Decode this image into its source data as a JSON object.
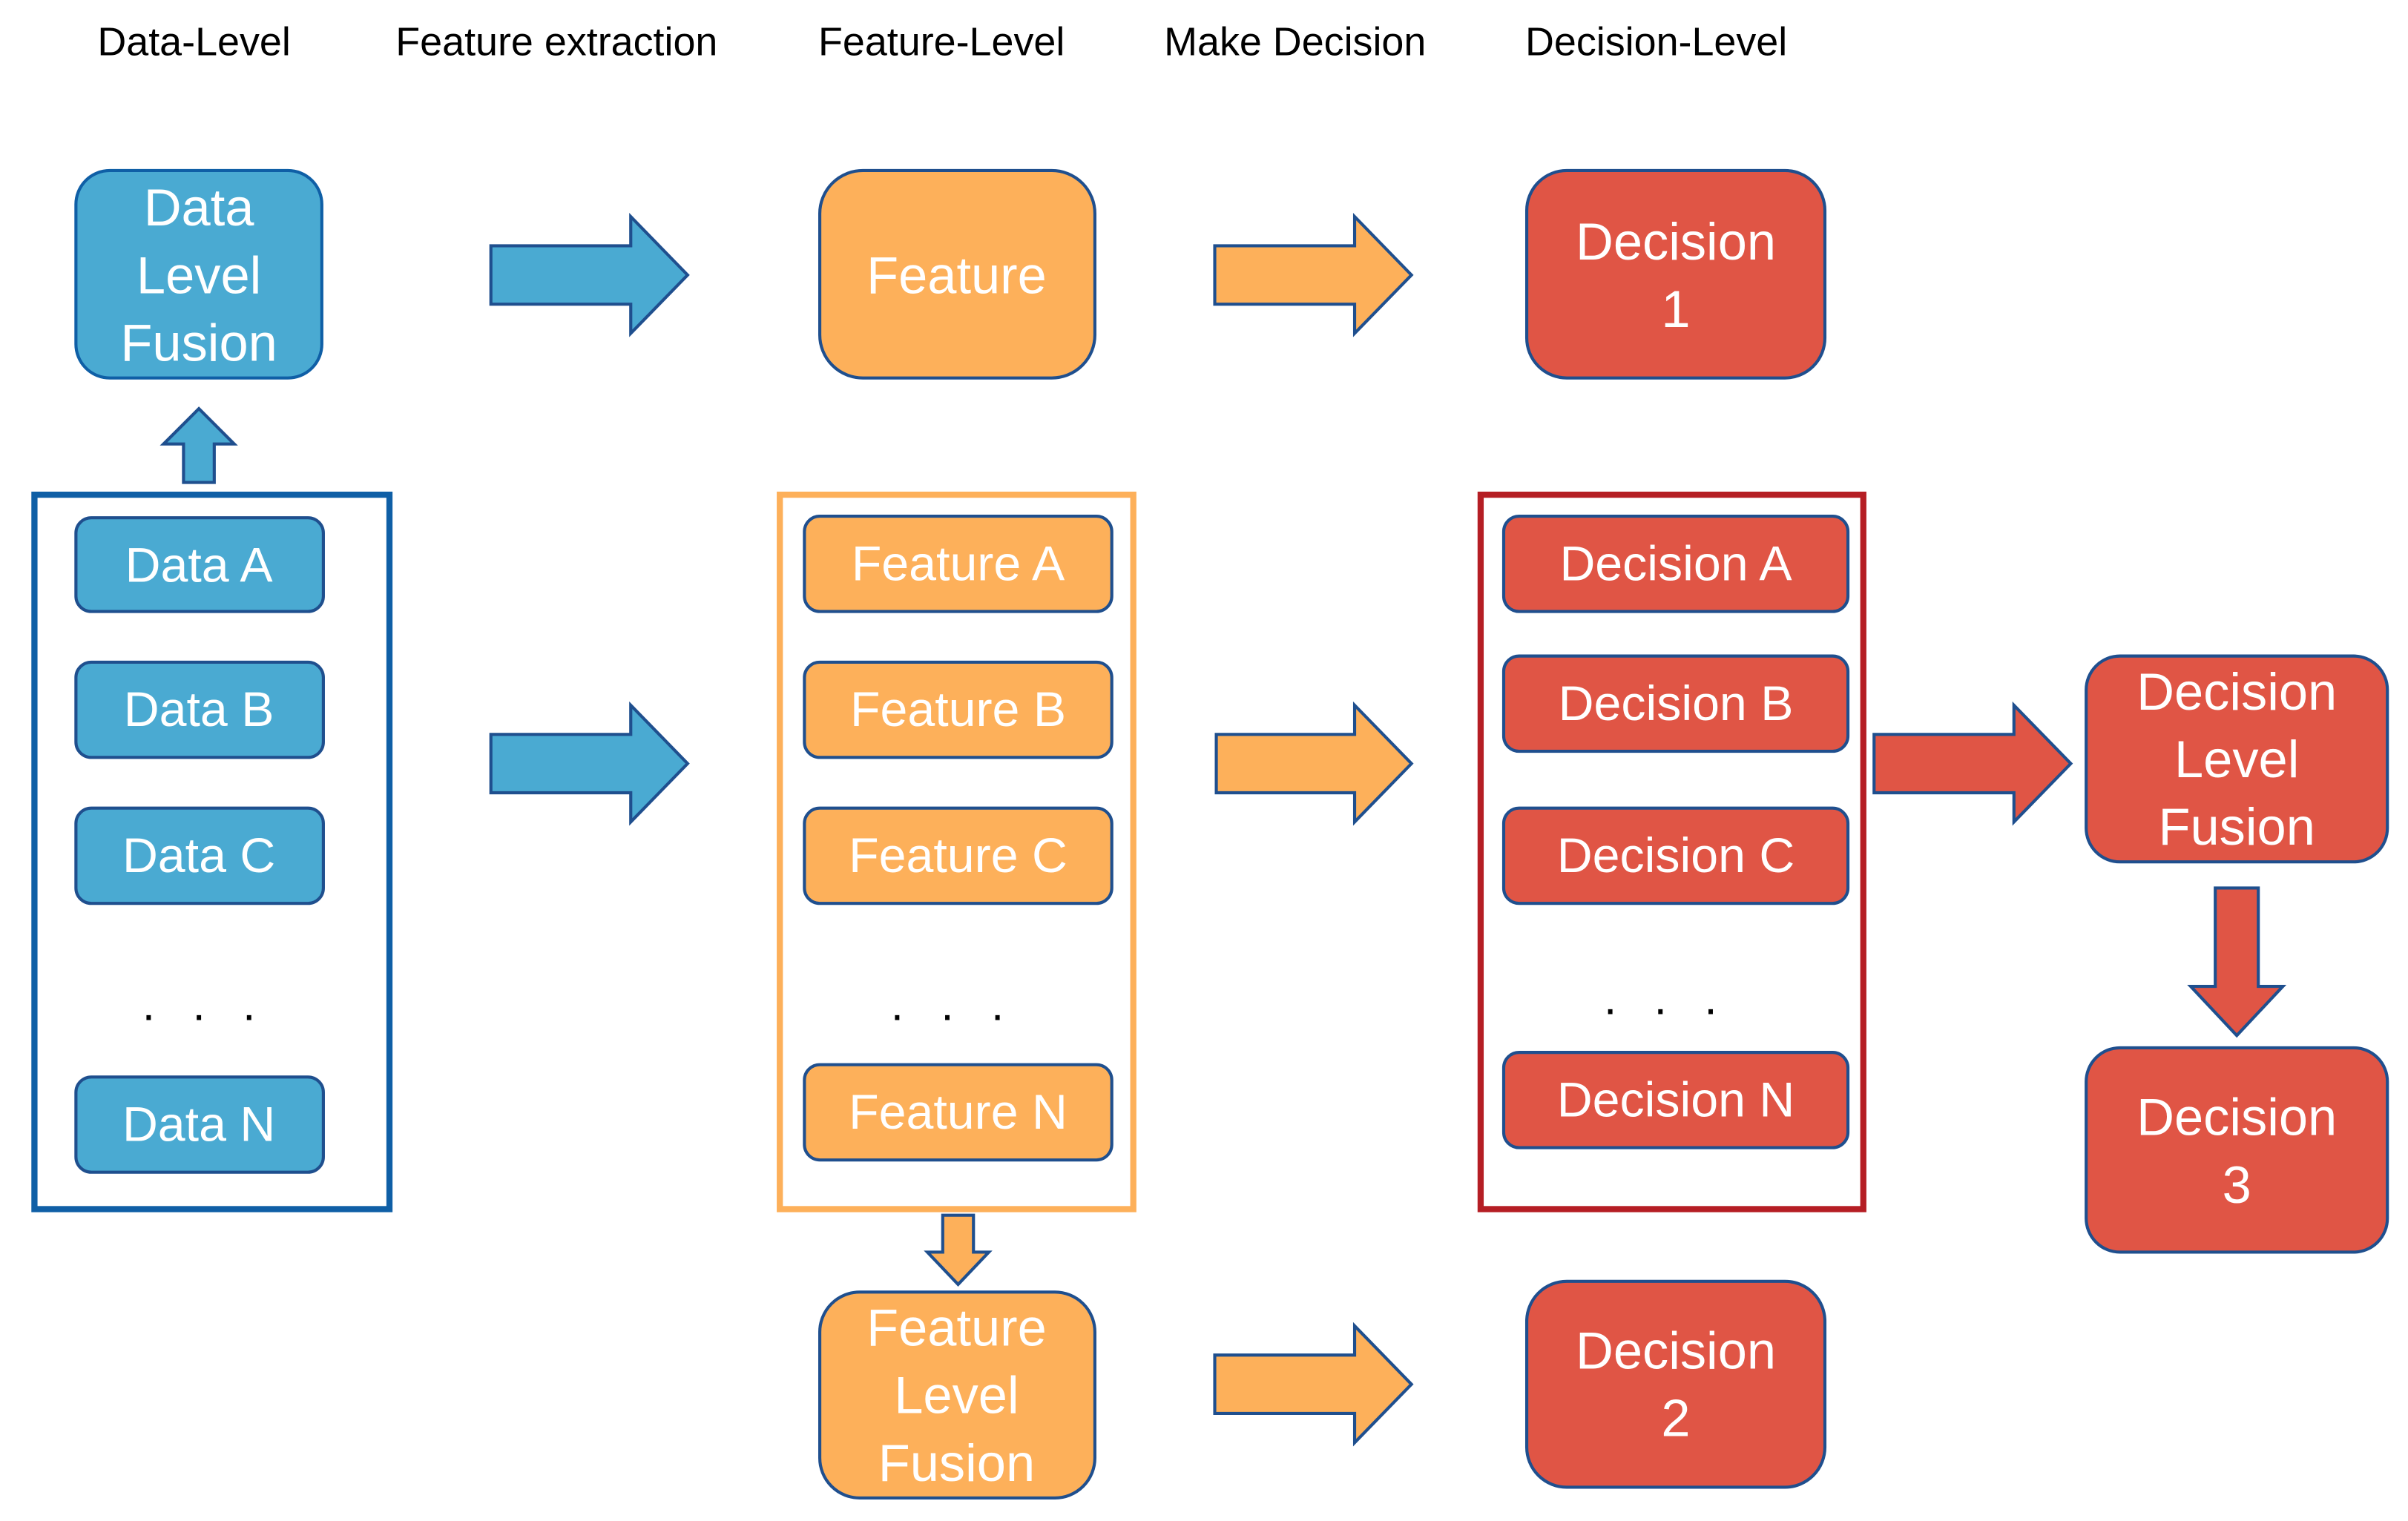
{
  "headers": [
    "Data-Level",
    "Feature extraction",
    "Feature-Level",
    "Make Decision",
    "Decision-Level"
  ],
  "colors": {
    "blue": "#4aaad2",
    "blue_border": "#0f5fa6",
    "orange": "#fdb05a",
    "orange_border": "#f39c34",
    "red": "#e05545",
    "red_border": "#b51e24",
    "arrow_outline": "#1f4f8e"
  },
  "data_level_fusion": [
    "Data",
    "Level",
    "Fusion"
  ],
  "feature": "Feature",
  "decision_1": [
    "Decision",
    "1"
  ],
  "data_items": [
    "Data A",
    "Data B",
    "Data C",
    "Data N"
  ],
  "feature_items": [
    "Feature A",
    "Feature B",
    "Feature C",
    "Feature N"
  ],
  "decision_items": [
    "Decision A",
    "Decision B",
    "Decision C",
    "Decision N"
  ],
  "ellipsis": ". . .",
  "feature_level_fusion": [
    "Feature",
    "Level",
    "Fusion"
  ],
  "decision_2": [
    "Decision",
    "2"
  ],
  "decision_level_fusion": [
    "Decision",
    "Level",
    "Fusion"
  ],
  "decision_3": [
    "Decision",
    "3"
  ]
}
